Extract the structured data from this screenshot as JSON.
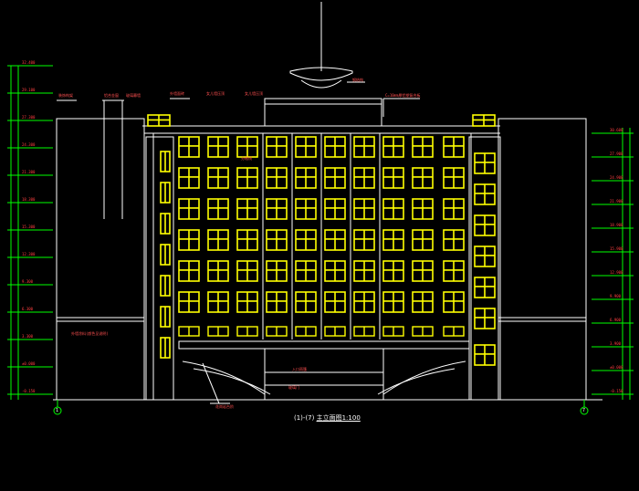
{
  "drawing": {
    "title": "主立面图1:100",
    "title_axes": "(1)-(7)",
    "axis_left": "1",
    "axis_right": "7",
    "colors": {
      "background": "#000000",
      "window": "#ffff00",
      "outline": "#ffffff",
      "dimension": "#00ff00",
      "annotation": "#ff4040",
      "axis_circle": "#00ff00"
    },
    "levels_left": [
      "32.400",
      "29.100",
      "27.300",
      "24.300",
      "21.300",
      "18.300",
      "15.300",
      "12.300",
      "9.300",
      "6.300",
      "3.300",
      "±0.000",
      "-0.150"
    ],
    "levels_right": [
      "30.600",
      "27.900",
      "24.900",
      "21.900",
      "18.900",
      "15.900",
      "12.900",
      "9.900",
      "6.900",
      "3.900",
      "±0.000",
      "-0.150"
    ],
    "notes": {
      "top_1": "装饰构架",
      "top_2": "铝合金窗",
      "top_3": "玻璃幕墙",
      "top_4": "外墙面砖",
      "top_5": "女儿墙压顶",
      "top_6": "C=10mm厚铝塑复合板",
      "dome": "钢结构",
      "mid": "分格线",
      "left_band": "外墙涂料(颜色见说明)",
      "canopy_1": "入口雨篷",
      "canopy_2": "玻璃门",
      "bottom": "花岗岩台阶"
    }
  }
}
